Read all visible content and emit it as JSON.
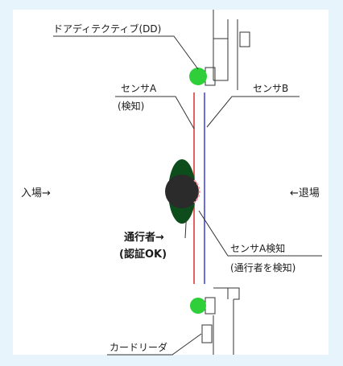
{
  "diagram": {
    "colors": {
      "background": "#e7f4fb",
      "panel": "#ffffff",
      "sensor_a_line": "#e03c3c",
      "sensor_b_line": "#4a4ad8",
      "indicator_green": "#2fcf3a",
      "person_body": "#2b2b2b",
      "person_arms": "#0d4d1b",
      "ink": "#1a1a1a"
    },
    "labels": {
      "door_detective": "ドアディテクティブ(DD)",
      "sensor_a": "センサA",
      "sensor_a_sub": "(検知)",
      "sensor_b": "センサB",
      "entry": "入場→",
      "exit": "←退場",
      "passer": "通行者→",
      "passer_sub": "(認証OK)",
      "sensor_a_detect": "センサA検知",
      "sensor_a_detect_sub": "(通行者を検知)",
      "card_reader": "カードリーダ"
    }
  }
}
